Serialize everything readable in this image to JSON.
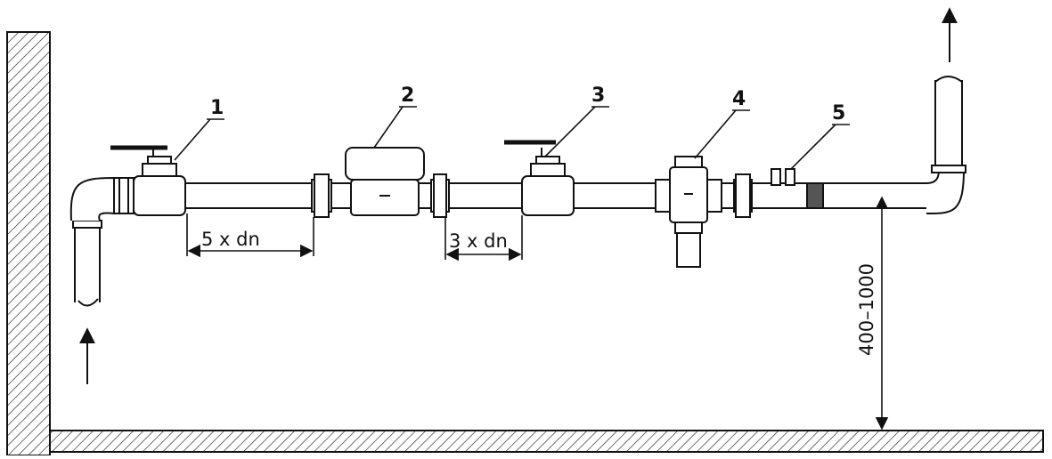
{
  "diagram": {
    "callouts": [
      {
        "id": "1",
        "label": "1"
      },
      {
        "id": "2",
        "label": "2"
      },
      {
        "id": "3",
        "label": "3"
      },
      {
        "id": "4",
        "label": "4"
      },
      {
        "id": "5",
        "label": "5"
      }
    ],
    "dimensions": {
      "upstream": "5 x dn",
      "downstream": "3 x dn",
      "height": "400–1000"
    }
  }
}
